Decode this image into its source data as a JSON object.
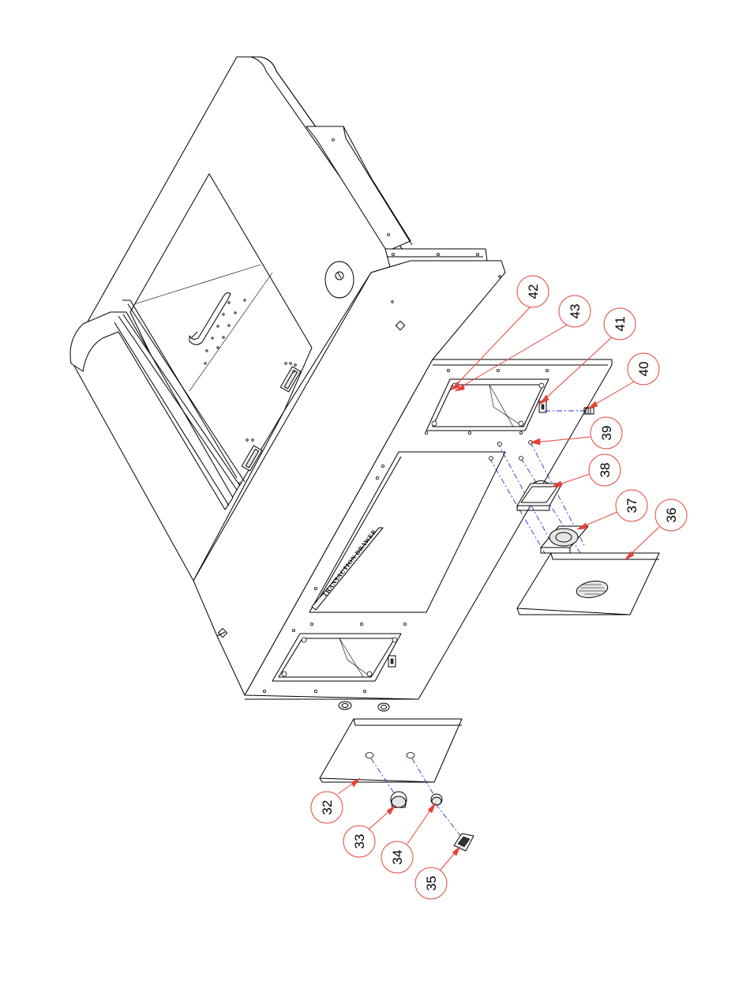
{
  "drawing": {
    "label_plate_text": "TRANSACTION DRAWER",
    "callouts": [
      {
        "id": "callout-32",
        "number": "32"
      },
      {
        "id": "callout-33",
        "number": "33"
      },
      {
        "id": "callout-34",
        "number": "34"
      },
      {
        "id": "callout-35",
        "number": "35"
      },
      {
        "id": "callout-36",
        "number": "36"
      },
      {
        "id": "callout-37",
        "number": "37"
      },
      {
        "id": "callout-38",
        "number": "38"
      },
      {
        "id": "callout-39",
        "number": "39"
      },
      {
        "id": "callout-40",
        "number": "40"
      },
      {
        "id": "callout-41",
        "number": "41"
      },
      {
        "id": "callout-42",
        "number": "42"
      },
      {
        "id": "callout-43",
        "number": "43"
      }
    ],
    "colors": {
      "callout": "#e8443a",
      "arrow": "#d62b20",
      "center_line": "#2233cc",
      "line": "#000000"
    }
  }
}
